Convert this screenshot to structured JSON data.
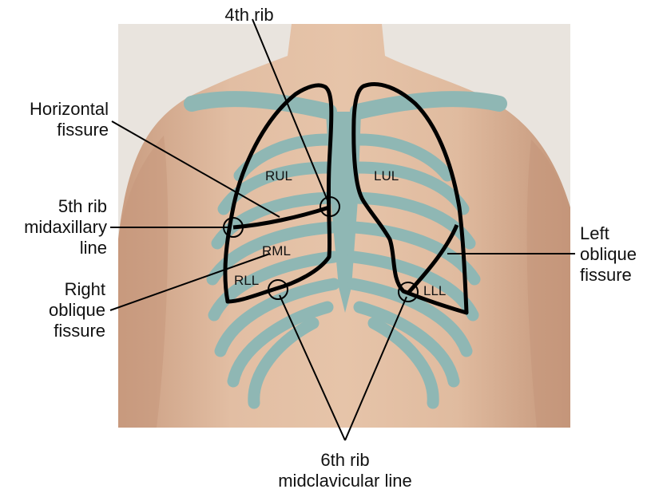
{
  "lobes": {
    "rul": "RUL",
    "rml": "RML",
    "rll": "RLL",
    "lul": "LUL",
    "lll": "LLL"
  },
  "callouts": {
    "rib4": [
      "4th rib"
    ],
    "horizontal_fissure": [
      "Horizontal",
      "fissure"
    ],
    "rib5": [
      "5th rib",
      "midaxillary",
      "line"
    ],
    "right_oblique": [
      "Right",
      "oblique",
      "fissure"
    ],
    "left_oblique": [
      "Left",
      "oblique",
      "fissure"
    ],
    "rib6": [
      "6th rib",
      "midclavicular line"
    ]
  },
  "colors": {
    "skin": "#dcb59a",
    "skin_shadow": "#c89a7c",
    "background": "#e9e4de",
    "skeleton": "#8fb7b4",
    "outline": "#000000"
  }
}
